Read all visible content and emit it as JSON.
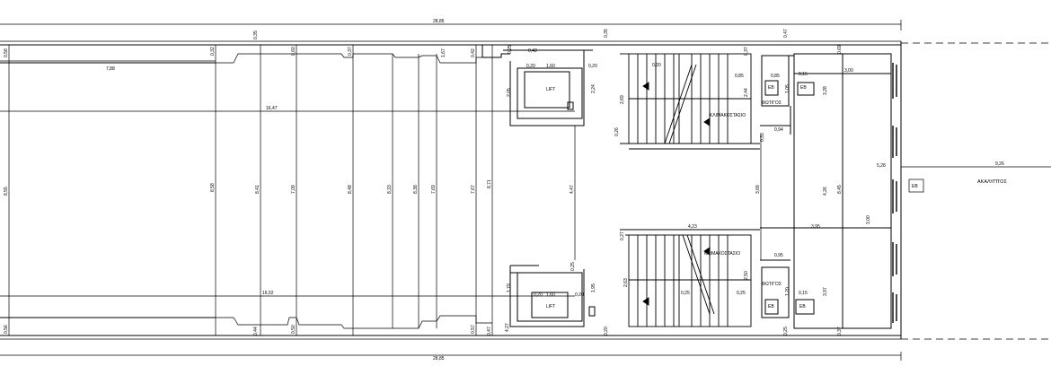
{
  "plan": {
    "labels": {
      "lift_top": "LIFT",
      "lift_bottom": "LIFT",
      "stair_top": "ΚΛΙΜΑΚΟΣΤΑΣΙΟ",
      "stair_bottom": "ΚΛΙΜΑΚΟΣΤΑΣΙΟ",
      "light_top": "ΦΩΤ/ΓΟΣ",
      "light_bottom": "ΦΩΤ/ΓΟΣ",
      "open_area": "ΑΚΑΛΥΠΤΟΣ"
    },
    "dims": {
      "overall_top": "28,85",
      "overall_bottom": "28,85",
      "inner_top": "16,47",
      "inner_bottom": "16,52",
      "left_width": "7,88",
      "right_open": "9,26",
      "h1": "8,55",
      "h2": "8,58",
      "h3": "8,41",
      "h4": "7,09",
      "h5": "8,48",
      "h6": "8,33",
      "h7": "8,38",
      "h8": "7,69",
      "h9": "7,67",
      "h10": "8,71",
      "h11": "4,47",
      "h12": "3,68",
      "h13": "4,26",
      "h14": "8,45",
      "h15": "5,28",
      "d_1": "0,58",
      "d_2": "0,56",
      "d_3": "0,32",
      "d_4": "0,35",
      "d_5": "0,60",
      "d_6": "0,37",
      "d_7": "1,67",
      "d_8": "0,42",
      "d_9": "0,25",
      "d_10": "0,35",
      "d_11": "0,37",
      "d_12": "0,47",
      "d_13": "0,69",
      "d_14": "0,44",
      "d_15": "0,50",
      "d_16": "0,57",
      "d_17": "0,47",
      "d_18": "0,20",
      "d_19": "0,37",
      "lw_top": "1,60",
      "lw_bot": "1,60",
      "lp1": "0,20",
      "lp2": "0,20",
      "lp3": "0,20",
      "lp4": "0,20",
      "lh1": "2,05",
      "lh2": "2,24",
      "lh3": "1,95",
      "lh4": "1,79",
      "lh5": "0,25",
      "sw1": "4,23",
      "sw2": "3,95",
      "sw3": "3,00",
      "sh1": "2,69",
      "sh2": "2,63",
      "sh3": "2,44",
      "sh4": "2,50",
      "sh5": "0,27",
      "sh6": "0,25",
      "sh7": "0,25",
      "sh8": "0,20",
      "sh9": "0,26",
      "fw1": "0,85",
      "fw2": "0,85",
      "fw3": "0,15",
      "fw4": "0,15",
      "fw5": "0,94",
      "fw6": "0,95",
      "fh1": "1,05",
      "fh2": "1,20",
      "fh3": "0,33",
      "rh1": "3,28",
      "rh2": "3,97",
      "rh3": "3,00",
      "ex1": "4,27",
      "ex2": "0,25"
    },
    "symbols": {
      "s1": "ΕΒ",
      "s2": "ΕΒ",
      "s3": "ΕΒ",
      "s4": "ΕΒ",
      "s5": "ΕΒ"
    }
  }
}
